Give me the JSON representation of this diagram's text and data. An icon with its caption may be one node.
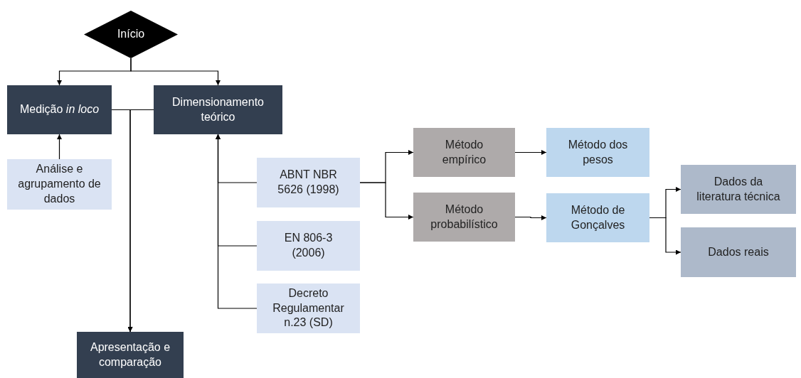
{
  "diagram": {
    "nodes": [
      {
        "text": [
          "Início"
        ]
      },
      {
        "text": [
          "Medição *in loco*"
        ]
      },
      {
        "text": [
          "Dimensionamento teórico"
        ]
      },
      {
        "text": [
          "Análise e agrupamento de dados"
        ]
      },
      {
        "text": [
          "ABNT NBR 5626 (1998)"
        ]
      },
      {
        "text": [
          "EN 806-3 (2006)"
        ]
      },
      {
        "text": [
          "Decreto Regulamentar n.23 (SD)"
        ]
      },
      {
        "text": [
          "Apresentação e comparação"
        ]
      },
      {
        "text": [
          "Método empírico"
        ]
      },
      {
        "text": [
          "Método probabilístico"
        ]
      },
      {
        "text": [
          "Método dos pesos"
        ]
      },
      {
        "text": [
          "Método de Gonçalves"
        ]
      },
      {
        "text": [
          "Dados da literatura técnica"
        ]
      },
      {
        "text": [
          "Dados reais"
        ]
      }
    ],
    "edges": [
      {
        "from": 0,
        "to": 1,
        "arrow": "to"
      },
      {
        "from": 0,
        "to": 2,
        "arrow": "to"
      },
      {
        "from": 3,
        "to": 1,
        "arrow": "to"
      },
      {
        "from": 1,
        "to": 7,
        "arrow": "to"
      },
      {
        "from": 2,
        "to": 7,
        "arrow": "to"
      },
      {
        "from": 4,
        "to": 2,
        "arrow": "to"
      },
      {
        "from": 5,
        "to": 2,
        "arrow": "to"
      },
      {
        "from": 6,
        "to": 2,
        "arrow": "to"
      },
      {
        "from": 4,
        "to": 8,
        "arrow": "to"
      },
      {
        "from": 4,
        "to": 9,
        "arrow": "to"
      },
      {
        "from": 8,
        "to": 10,
        "arrow": "to"
      },
      {
        "from": 9,
        "to": 11,
        "arrow": "to"
      },
      {
        "from": 11,
        "to": 12,
        "arrow": "to"
      },
      {
        "from": 11,
        "to": 13,
        "arrow": "to"
      }
    ]
  }
}
